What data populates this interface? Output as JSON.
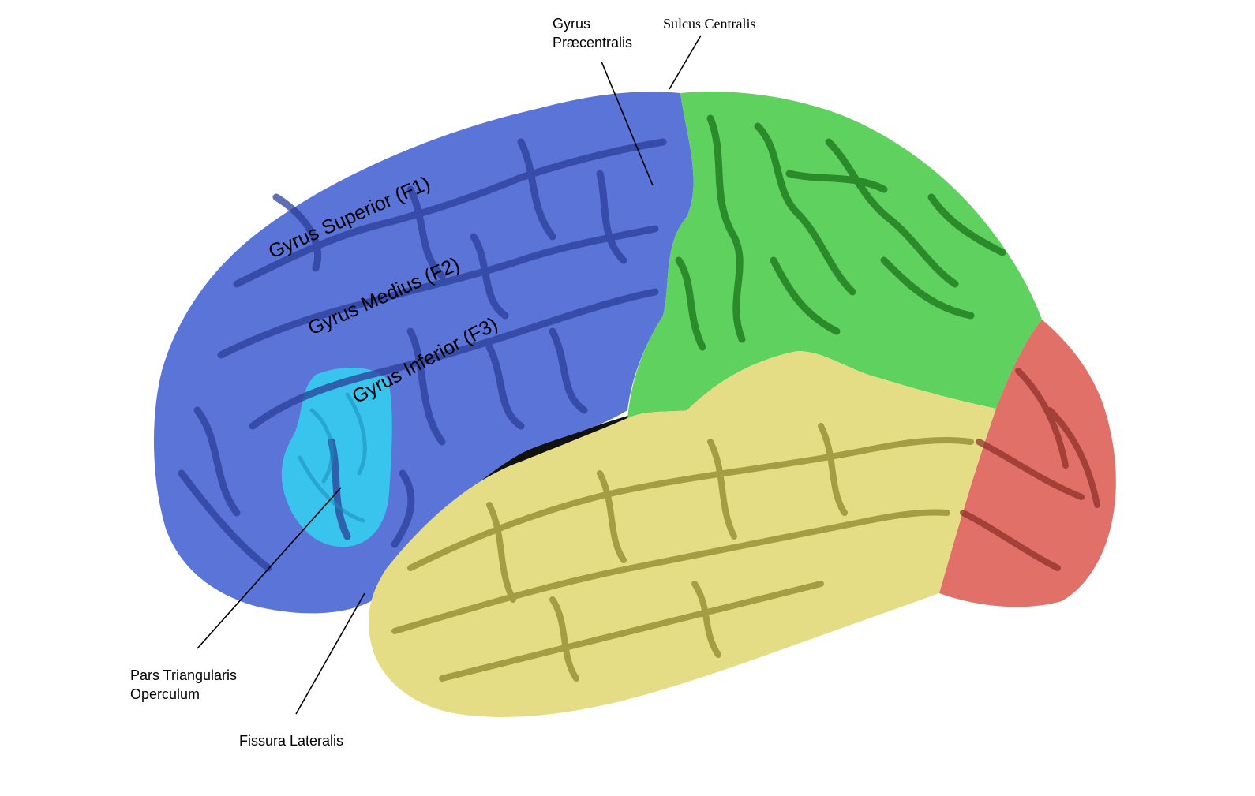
{
  "labels": {
    "gyrus_praecentralis_line1": "Gyrus",
    "gyrus_praecentralis_line2": "Præcentralis",
    "sulcus_centralis": "Sulcus Centralis",
    "gyrus_superior": "Gyrus Superior (F1)",
    "gyrus_medius": "Gyrus Medius (F2)",
    "gyrus_inferior": "Gyrus Inferior (F3)",
    "pars_triangularis_line1": "Pars Triangularis",
    "pars_triangularis_line2": "Operculum",
    "fissura_lateralis": "Fissura Lateralis"
  },
  "colors": {
    "frontal_lobe": "#5b74d8",
    "frontal_sulci": "#2c3f99",
    "pars_triangularis": "#39c4ee",
    "parietal_lobe": "#5fd15f",
    "parietal_sulci": "#1f7a1f",
    "temporal_lobe": "#e4dd86",
    "temporal_sulci": "#8a8228",
    "occipital_lobe": "#e07068",
    "occipital_sulci": "#8a2e26",
    "lateral_fissure": "#111111",
    "inferior_label_text": "#1e6f6b"
  },
  "regions": [
    "frontal-lobe",
    "parietal-lobe",
    "temporal-lobe",
    "occipital-lobe",
    "pars-triangularis"
  ]
}
